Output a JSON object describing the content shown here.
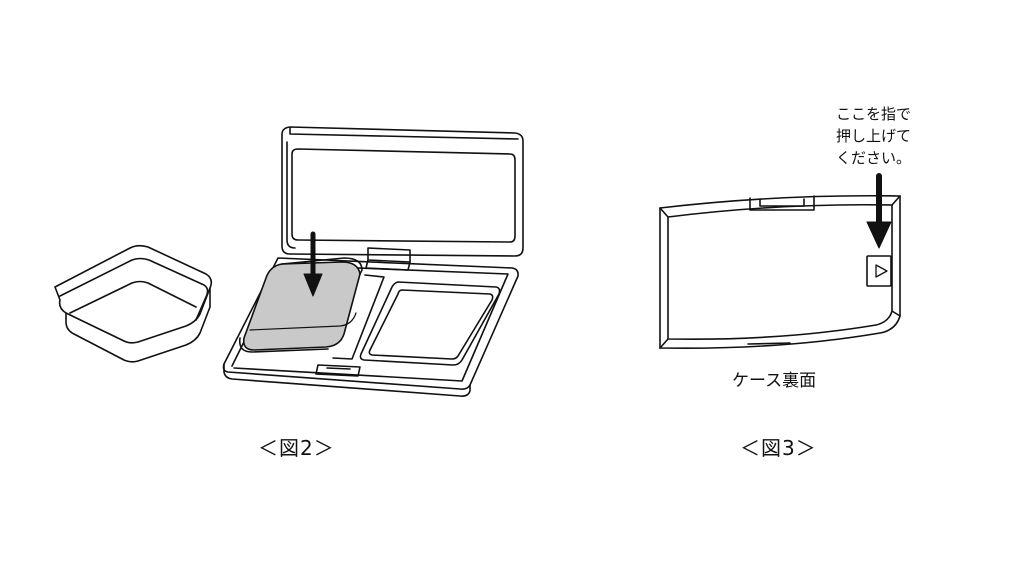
{
  "figures": {
    "fig2": {
      "caption": "＜図2＞"
    },
    "fig3": {
      "caption": "＜図3＞",
      "case_label": "ケース裏面",
      "instruction_lines": [
        "ここを指で",
        "押し上げて",
        "ください。"
      ]
    }
  },
  "icons": {
    "push_button": "triangle-right-icon",
    "arrow": "down-arrow-icon"
  },
  "colors": {
    "line": "#111111",
    "refill_fill": "#c9c9c9",
    "background": "#ffffff"
  }
}
